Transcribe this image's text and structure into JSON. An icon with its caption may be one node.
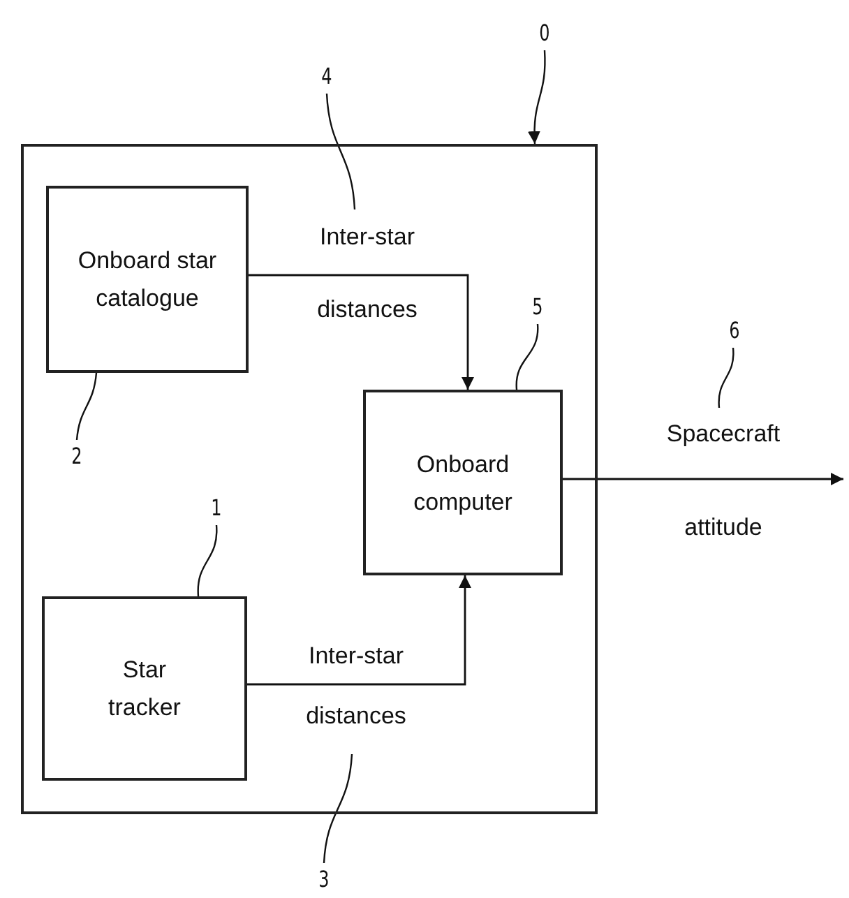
{
  "diagram": {
    "nodes": [
      {
        "text": [],
        "shape": "box"
      },
      {
        "text": [
          "Onboard star catalogue"
        ],
        "in": 0
      },
      {
        "text": [
          "Onboard computer"
        ],
        "in": 0
      },
      {
        "text": [
          "Star tracker"
        ],
        "in": 0
      },
      {
        "text": [
          "0"
        ]
      },
      {
        "text": [
          "4"
        ]
      },
      {
        "text": [
          "5"
        ],
        "in": 0
      },
      {
        "text": [
          "6"
        ]
      },
      {
        "text": [
          "2"
        ],
        "in": 0
      },
      {
        "text": [
          "1"
        ],
        "in": 0
      },
      {
        "text": [
          "3"
        ]
      }
    ],
    "edges": [
      {
        "from": 1,
        "to": 2,
        "arrow": "to",
        "label": "Inter-star distances"
      },
      {
        "from": 3,
        "to": 2,
        "arrow": "to",
        "label": "Inter-star distances"
      },
      {
        "from": 2,
        "to": null,
        "arrow": "to",
        "label": "Spacecraft attitude"
      },
      {
        "from": 4,
        "to": 0,
        "arrow": "to"
      },
      {
        "from": 5,
        "to": null,
        "arrow": "none"
      },
      {
        "from": 6,
        "to": 2,
        "arrow": "none"
      },
      {
        "from": 7,
        "to": null,
        "arrow": "none"
      },
      {
        "from": 8,
        "to": 1,
        "arrow": "none"
      },
      {
        "from": 9,
        "to": 3,
        "arrow": "none"
      },
      {
        "from": 10,
        "to": null,
        "arrow": "none"
      }
    ]
  }
}
